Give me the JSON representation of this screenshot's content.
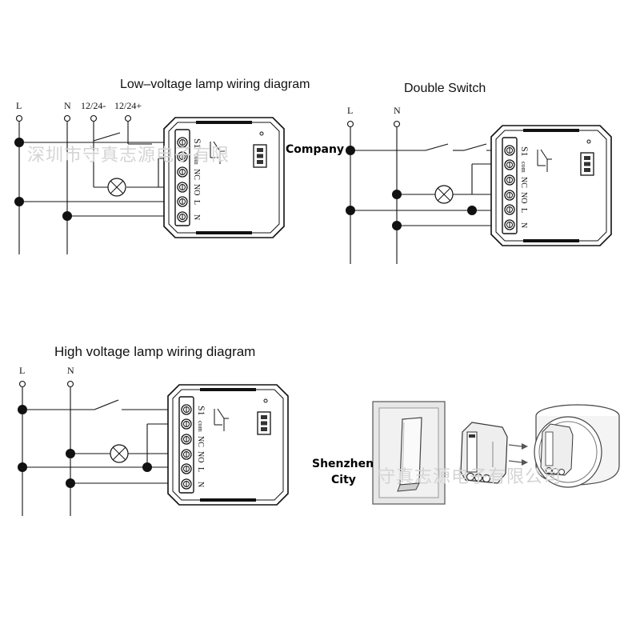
{
  "diagram1": {
    "title": "Low–voltage lamp wiring diagram",
    "wires": [
      "L",
      "N",
      "12/24-",
      "12/24+"
    ]
  },
  "diagram2": {
    "title": "Double Switch",
    "wires": [
      "L",
      "N"
    ]
  },
  "diagram3": {
    "title": "High voltage lamp wiring diagram",
    "wires": [
      "L",
      "N"
    ]
  },
  "terminals": [
    "S1",
    "com",
    "NC",
    "NO",
    "L",
    "N"
  ],
  "overlays": {
    "company": "Company",
    "city_line1": "Shenzhen",
    "city_line2": "City",
    "watermark_top": "深圳市守真志源电子有限",
    "watermark_bottom": "守真志源电子有限公司"
  }
}
